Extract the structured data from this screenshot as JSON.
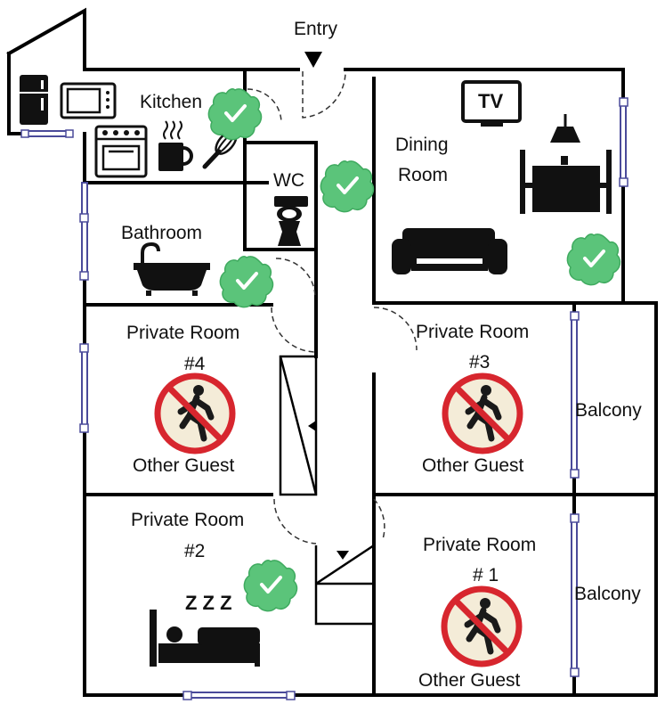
{
  "labels": {
    "entry": "Entry",
    "kitchen": "Kitchen",
    "wc": "WC",
    "dining_room_line1": "Dining",
    "dining_room_line2": "Room",
    "tv": "TV",
    "bathroom": "Bathroom",
    "room4_line1": "Private Room",
    "room4_line2": "#4",
    "room3_line1": "Private Room",
    "room3_line2": "#3",
    "room2_line1": "Private Room",
    "room2_line2": "#2",
    "room1_line1": "Private Room",
    "room1_line2": "# 1",
    "other_guest_4": "Other Guest",
    "other_guest_3": "Other Guest",
    "other_guest_1": "Other Guest",
    "balcony_upper": "Balcony",
    "balcony_lower": "Balcony",
    "sleep_z": "Z Z Z"
  },
  "colors": {
    "wall": "#000000",
    "window": "#4a4a9a",
    "check_badge": "#5bc47a",
    "check_badge_dark": "#3faa5f",
    "no_entry_red": "#d7262e",
    "no_entry_bg": "#f4ecd8"
  },
  "icons": {
    "fridge": "fridge-icon",
    "microwave": "microwave-icon",
    "oven": "oven-icon",
    "mug": "mug-icon",
    "whisk": "whisk-icon",
    "toilet": "toilet-icon",
    "tv": "tv-icon",
    "dining_table": "dining-table-icon",
    "sofa": "sofa-icon",
    "bathtub": "bathtub-icon",
    "bed": "bed-icon",
    "no_entry": "no-entry-icon",
    "check_badge": "check-badge-icon",
    "entry_arrow": "entry-arrow-icon"
  }
}
